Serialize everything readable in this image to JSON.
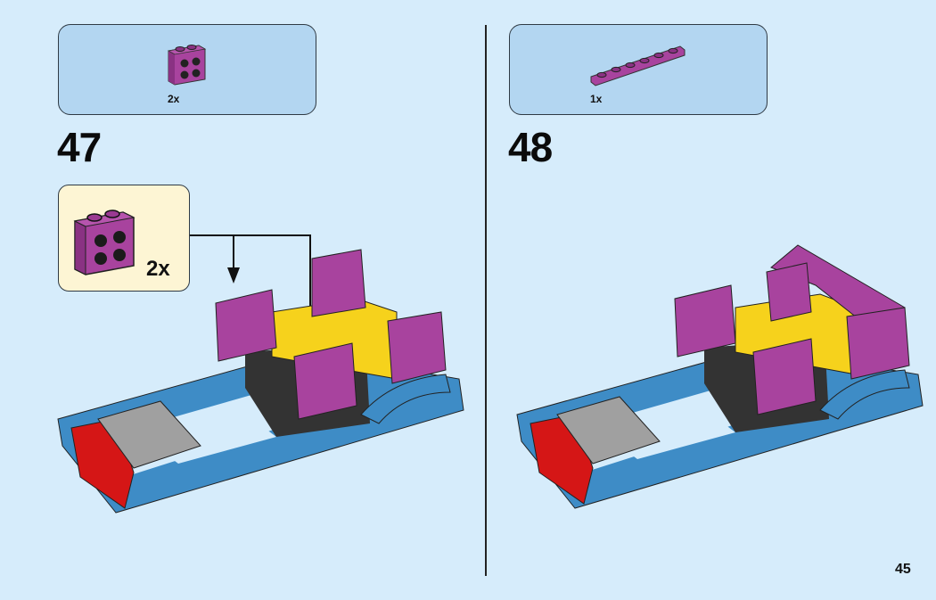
{
  "page": {
    "number": "45",
    "background": "#d6ecfb"
  },
  "steps": [
    {
      "number": "47",
      "parts_list": [
        {
          "part": "magenta 1x2x2 brick with studs on side",
          "quantity": "2x",
          "color": "#9c3d9a"
        }
      ],
      "callout": {
        "part": "magenta 1x2x2 brick with studs on side",
        "quantity": "2x",
        "background": "#fdf5d4"
      },
      "arrows": 2
    },
    {
      "number": "48",
      "parts_list": [
        {
          "part": "magenta 1x6 plate",
          "quantity": "1x",
          "color": "#9c3d9a"
        }
      ]
    }
  ],
  "colors": {
    "magenta": "#a8439e",
    "blue": "#3e8cc6",
    "yellow": "#f6d21c",
    "red": "#d51616",
    "gray": "#a0a0a0",
    "dark": "#2d2d2d"
  }
}
